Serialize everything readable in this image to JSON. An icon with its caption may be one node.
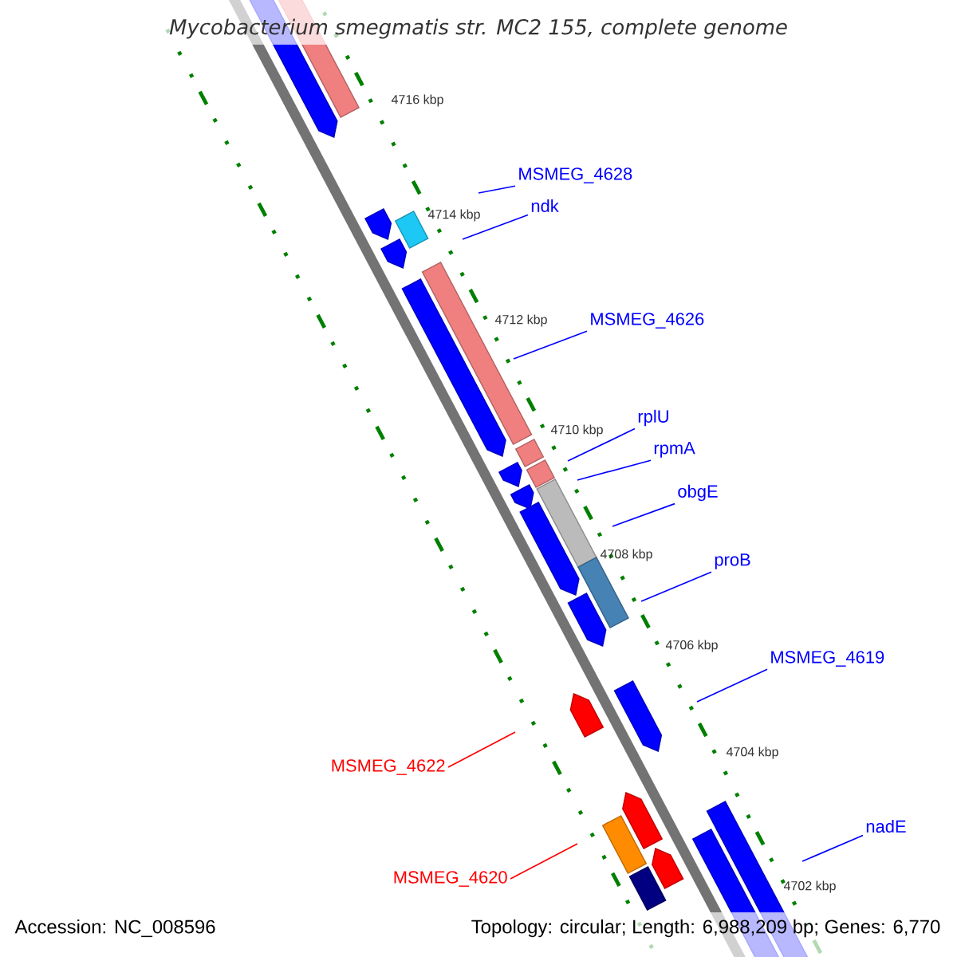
{
  "diagram": {
    "title": "Mycobacterium smegmatis str. MC2 155, complete genome",
    "nodes": [
      {
        "text": [
          "MSMEG_4628"
        ]
      },
      {
        "text": [
          "ndk"
        ]
      },
      {
        "text": [
          "MSMEG_4626"
        ]
      },
      {
        "text": [
          "rplU"
        ]
      },
      {
        "text": [
          "rpmA"
        ]
      },
      {
        "text": [
          "obgE"
        ]
      },
      {
        "text": [
          "proB"
        ]
      },
      {
        "text": [
          "MSMEG_4619"
        ]
      },
      {
        "text": [
          "MSMEG_4622"
        ]
      },
      {
        "text": [
          "nadE"
        ]
      },
      {
        "text": [
          "MSMEG_4620"
        ]
      }
    ],
    "edges": [
      {
        "from": 0,
        "to": null,
        "arrow": "none"
      },
      {
        "from": 1,
        "to": null,
        "arrow": "none"
      },
      {
        "from": 2,
        "to": null,
        "arrow": "none"
      },
      {
        "from": 3,
        "to": null,
        "arrow": "none"
      },
      {
        "from": 4,
        "to": null,
        "arrow": "none"
      },
      {
        "from": 5,
        "to": null,
        "arrow": "none"
      },
      {
        "from": 6,
        "to": null,
        "arrow": "none"
      },
      {
        "from": 7,
        "to": null,
        "arrow": "none"
      },
      {
        "from": 8,
        "to": null,
        "arrow": "none",
        "color": "#ff0000"
      },
      {
        "from": 9,
        "to": null,
        "arrow": "none"
      },
      {
        "from": 10,
        "to": null,
        "arrow": "none",
        "color": "#ff0000"
      }
    ],
    "labels": [
      "4716 kbp",
      "4714 kbp",
      "4712 kbp",
      "4710 kbp",
      "4708 kbp",
      "4706 kbp",
      "4704 kbp",
      "4702 kbp",
      "Accession: NC_008596",
      "Topology: circular; Length: 6,988,209 bp; Genes: 6,770"
    ]
  }
}
